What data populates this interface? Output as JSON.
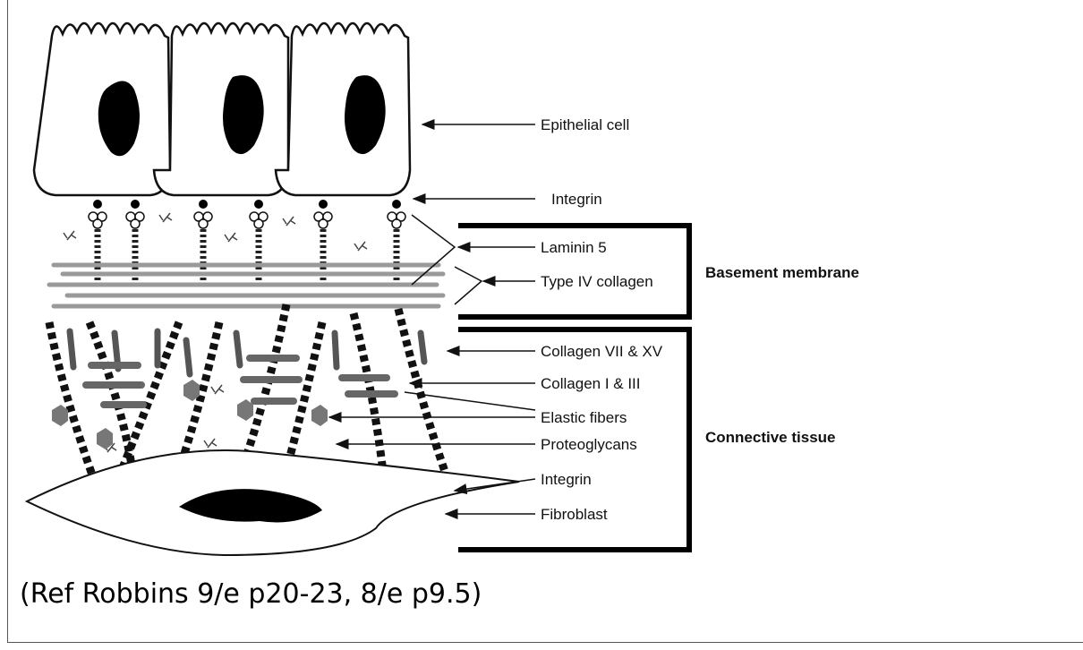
{
  "diagram": {
    "labels": {
      "epithelial_cell": "Epithelial cell",
      "integrin_top": "Integrin",
      "laminin": "Laminin 5",
      "type4_collagen": "Type IV collagen",
      "collagen_7_15": "Collagen VII & XV",
      "collagen_1_3": "Collagen I & III",
      "elastic_fibers": "Elastic fibers",
      "proteoglycans": "Proteoglycans",
      "integrin_bottom": "Integrin",
      "fibroblast": "Fibroblast"
    },
    "groups": {
      "basement_membrane": "Basement membrane",
      "connective_tissue": "Connective tissue"
    }
  },
  "caption": "(Ref Robbins 9/e p20-23, 8/e p9.5)"
}
